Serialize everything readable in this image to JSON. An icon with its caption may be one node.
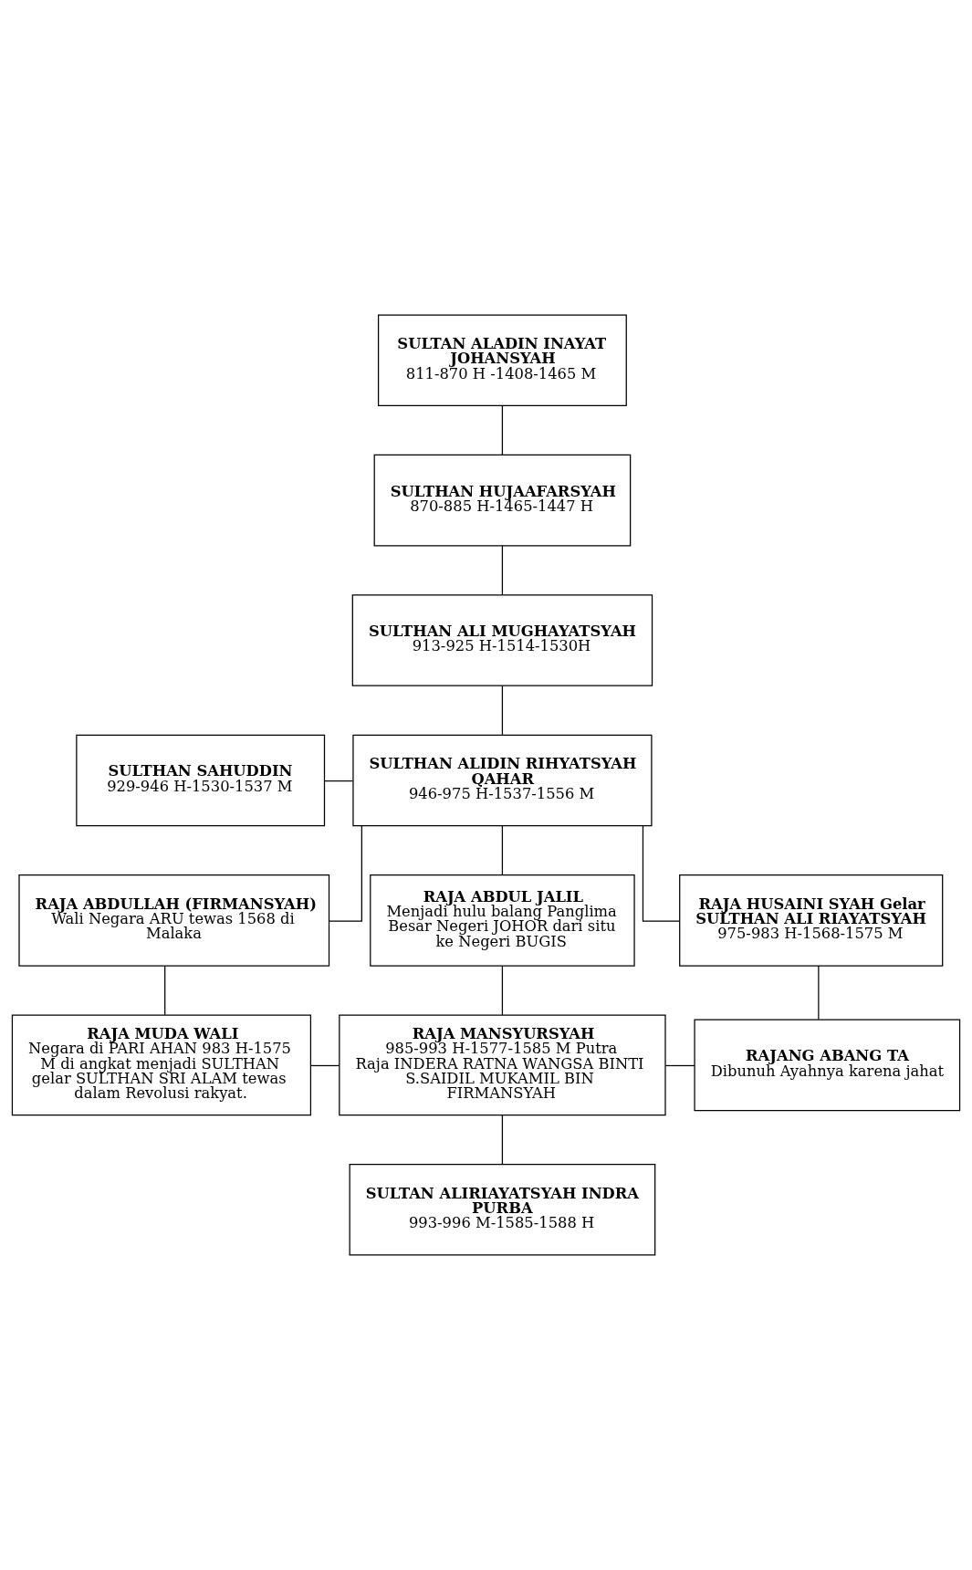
{
  "diagram": {
    "nodes": [
      {
        "text": [
          "SULTAN ALADIN INAYAT JOHANSYAH",
          "811-870 H -1408-1465 M"
        ]
      },
      {
        "text": [
          "SULTHAN HUJAAFARSYAH",
          "870-885 H-1465-1447 H"
        ]
      },
      {
        "text": [
          "SULTHAN ALI MUGHAYATSYAH",
          "913-925 H-1514-1530H"
        ]
      },
      {
        "text": [
          "SULTHAN SAHUDDIN",
          "929-946 H-1530-1537 M"
        ]
      },
      {
        "text": [
          "SULTHAN ALIDIN RIHYATSYAH QAHAR",
          "946-975 H-1537-1556 M"
        ]
      },
      {
        "text": [
          "RAJA ABDULLAH (FIRMANSYAH)",
          "Wali Negara ARU tewas 1568 di Malaka"
        ]
      },
      {
        "text": [
          "RAJA ABDUL JALIL",
          "Menjadi hulu balang Panglima Besar Negeri JOHOR dari situ ke Negeri BUGIS"
        ]
      },
      {
        "text": [
          "RAJA HUSAINI SYAH Gelar SULTHAN ALI RIAYATSYAH",
          "975-983 H-1568-1575 M"
        ]
      },
      {
        "text": [
          "RAJA MUDA WALI",
          "Negara di PARI AHAN 983 H-1575 M di angkat menjadi SULTHAN gelar SULTHAN SRI ALAM tewas dalam Revolusi rakyat."
        ]
      },
      {
        "text": [
          "RAJA MANSYURSYAH",
          "985-993 H-1577-1585 M Putra Raja INDERA RATNA WANGSA BINTI S.SAIDIL MUKAMIL BIN FIRMANSYAH"
        ]
      },
      {
        "text": [
          "RAJANG ABANG TA",
          "Dibunuh Ayahnya karena jahat"
        ]
      },
      {
        "text": [
          "SULTAN ALIRIAYATSYAH INDRA PURBA",
          "993-996 M-1585-1588 H"
        ]
      }
    ],
    "edges": [
      {
        "from": 0,
        "to": 1,
        "arrow": "none"
      },
      {
        "from": 1,
        "to": 2,
        "arrow": "none"
      },
      {
        "from": 2,
        "to": 4,
        "arrow": "none"
      },
      {
        "from": 3,
        "to": 4,
        "arrow": "none"
      },
      {
        "from": 4,
        "to": 5,
        "arrow": "none"
      },
      {
        "from": 4,
        "to": 6,
        "arrow": "none"
      },
      {
        "from": 4,
        "to": 7,
        "arrow": "none"
      },
      {
        "from": 5,
        "to": 8,
        "arrow": "none"
      },
      {
        "from": 6,
        "to": 9,
        "arrow": "none"
      },
      {
        "from": 7,
        "to": 10,
        "arrow": "none"
      },
      {
        "from": 8,
        "to": 9,
        "arrow": "none"
      },
      {
        "from": 9,
        "to": 10,
        "arrow": "none"
      },
      {
        "from": 9,
        "to": 11,
        "arrow": "none"
      }
    ]
  }
}
